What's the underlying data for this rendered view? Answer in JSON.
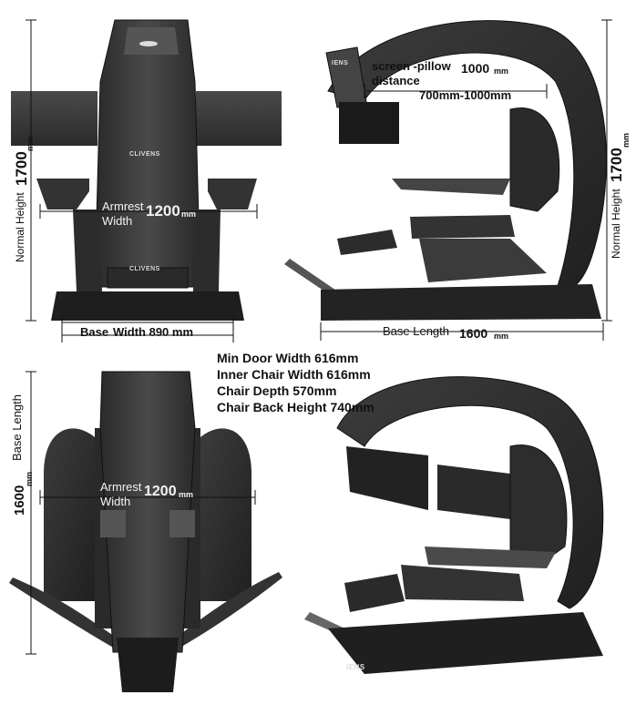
{
  "dimensions": {
    "front_normal_height": {
      "label": "Normal Height",
      "value": "1700",
      "unit": "mm"
    },
    "side_normal_height": {
      "label": "Normal Height",
      "value": "1700",
      "unit": "mm"
    },
    "front_armrest": {
      "label_line1": "Armrest",
      "label_line2": "Width",
      "value": "1200",
      "unit": "mm"
    },
    "top_armrest": {
      "label_line1": "Armrest",
      "label_line2": "Width",
      "value": "1200",
      "unit": "mm"
    },
    "base_width": {
      "label": "Base",
      "value": "Width 890 mm"
    },
    "base_length_side": {
      "label": "Base Length",
      "value": "1600",
      "unit": "mm"
    },
    "base_length_top": {
      "label": "Base Length",
      "value": "1600",
      "unit": "mm"
    },
    "screen_pillow": {
      "line1": "screen -pillow",
      "line2": "distance",
      "value": "1000",
      "unit": "mm",
      "range": "700mm-1000mm"
    }
  },
  "specs": [
    "Min Door Width 616mm",
    "Inner Chair Width 616mm",
    "Chair Depth 570mm",
    "Chair Back  Height 740mm"
  ],
  "brand": {
    "logo_text": "CLIVENS",
    "side_logo": "IENS"
  },
  "colors": {
    "line": "#111111",
    "body_dark": "#1c1c1c",
    "body_mid": "#3a3a3a",
    "body_light": "#5a5a5a"
  }
}
